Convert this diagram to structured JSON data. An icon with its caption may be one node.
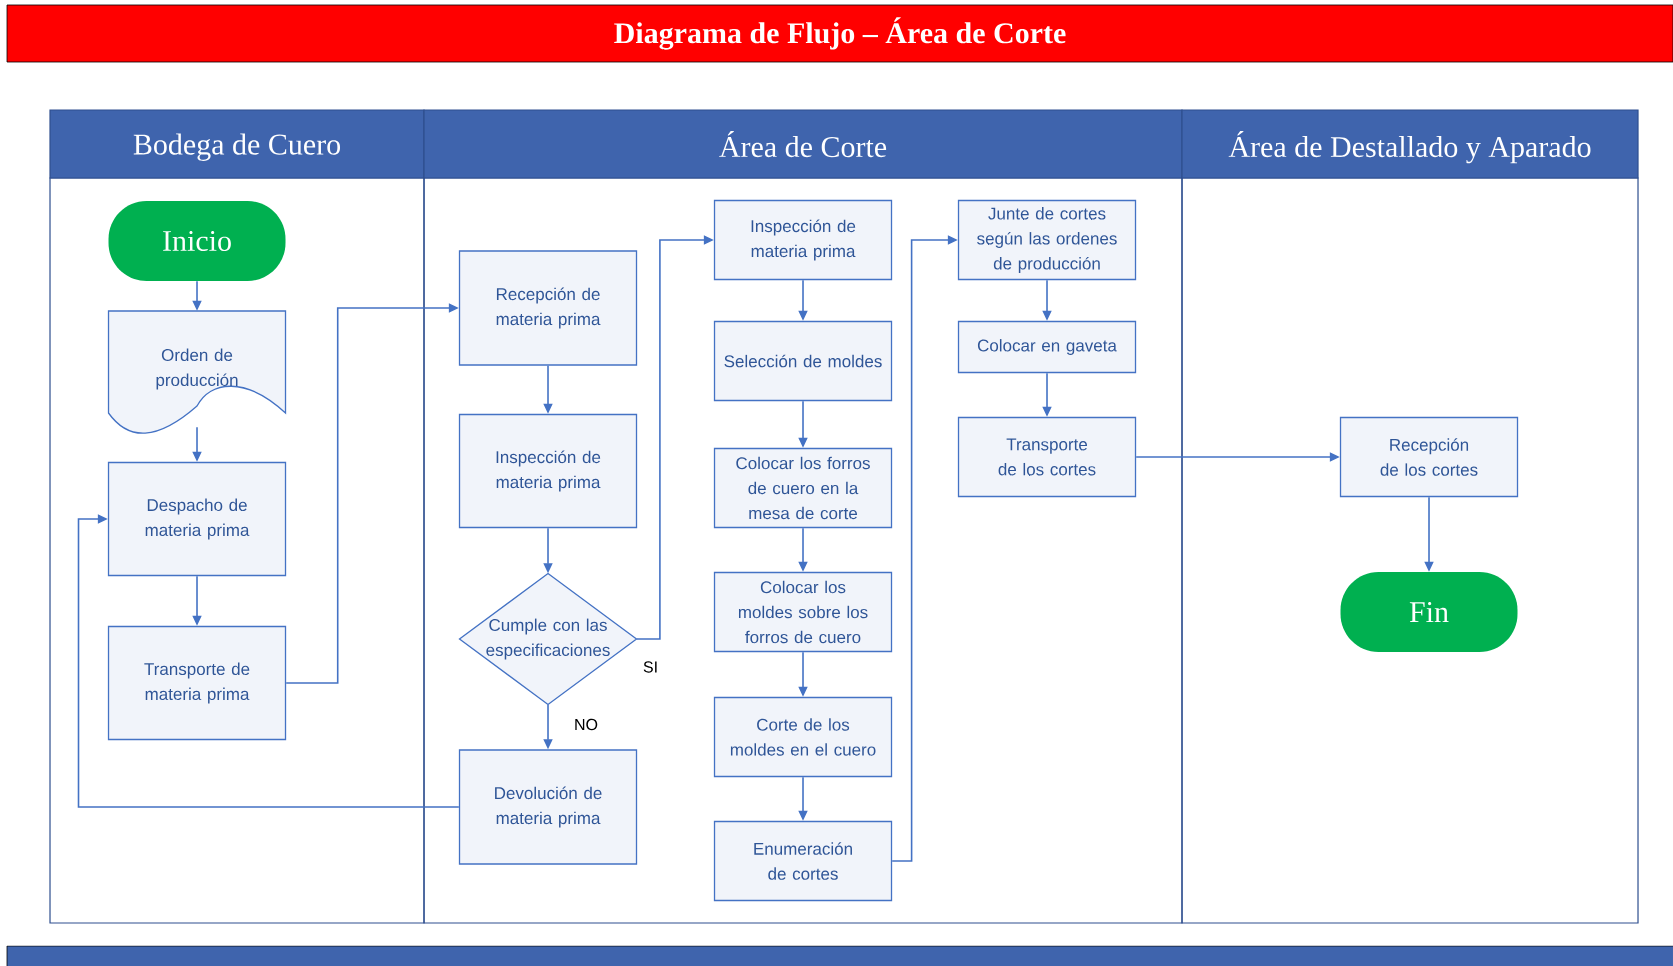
{
  "diagram": {
    "title": "Diagrama de Flujo – Área de Corte",
    "nodes": [
      {
        "text": [
          "Bodega de Cuero"
        ]
      },
      {
        "text": [
          "Área de Corte"
        ]
      },
      {
        "text": [
          "Área de Destallado y Aparado"
        ]
      },
      {
        "text": [
          "Inicio"
        ],
        "in": 0
      },
      {
        "text": [
          "Orden de producción"
        ],
        "in": 0
      },
      {
        "text": [
          "Despacho de materia prima"
        ],
        "in": 0
      },
      {
        "text": [
          "Transporte de materia prima"
        ],
        "in": 0
      },
      {
        "text": [
          "Recepción de materia prima"
        ],
        "in": 1
      },
      {
        "text": [
          "Inspección de materia prima"
        ],
        "in": 1
      },
      {
        "text": [
          "Cumple con las especificaciones"
        ],
        "in": 1
      },
      {
        "text": [
          "Devolución de materia prima"
        ],
        "in": 1
      },
      {
        "text": [
          "Inspección de materia prima"
        ],
        "in": 1
      },
      {
        "text": [
          "Selección de moldes"
        ],
        "in": 1
      },
      {
        "text": [
          "Colocar los forros de cuero en la mesa de corte"
        ],
        "in": 1
      },
      {
        "text": [
          "Colocar los moldes sobre los forros de cuero"
        ],
        "in": 1
      },
      {
        "text": [
          "Corte de los moldes en el cuero"
        ],
        "in": 1
      },
      {
        "text": [
          "Enumeración de cortes"
        ],
        "in": 1
      },
      {
        "text": [
          "Junte de cortes según las ordenes de producción"
        ],
        "in": 1
      },
      {
        "text": [
          "Colocar en gaveta"
        ],
        "in": 1
      },
      {
        "text": [
          "Transporte de los cortes"
        ],
        "in": 1
      },
      {
        "text": [
          "Recepción de los cortes"
        ],
        "in": 2
      },
      {
        "text": [
          "Fin"
        ],
        "in": 2
      }
    ],
    "edges": [
      {
        "from": 3,
        "to": 4,
        "arrow": "to"
      },
      {
        "from": 4,
        "to": 5,
        "arrow": "to"
      },
      {
        "from": 5,
        "to": 6,
        "arrow": "to"
      },
      {
        "from": 6,
        "to": 7,
        "arrow": "to"
      },
      {
        "from": 7,
        "to": 8,
        "arrow": "to"
      },
      {
        "from": 8,
        "to": 9,
        "arrow": "to"
      },
      {
        "from": 9,
        "to": 11,
        "arrow": "to",
        "label": "SI"
      },
      {
        "from": 9,
        "to": 10,
        "arrow": "to",
        "label": "NO"
      },
      {
        "from": 10,
        "to": 5,
        "arrow": "to"
      },
      {
        "from": 11,
        "to": 12,
        "arrow": "to"
      },
      {
        "from": 12,
        "to": 13,
        "arrow": "to"
      },
      {
        "from": 13,
        "to": 14,
        "arrow": "to"
      },
      {
        "from": 14,
        "to": 15,
        "arrow": "to"
      },
      {
        "from": 15,
        "to": 16,
        "arrow": "to"
      },
      {
        "from": 16,
        "to": 17,
        "arrow": "to"
      },
      {
        "from": 17,
        "to": 18,
        "arrow": "to"
      },
      {
        "from": 18,
        "to": 19,
        "arrow": "to"
      },
      {
        "from": 19,
        "to": 20,
        "arrow": "to"
      },
      {
        "from": 20,
        "to": 21,
        "arrow": "to"
      }
    ]
  }
}
